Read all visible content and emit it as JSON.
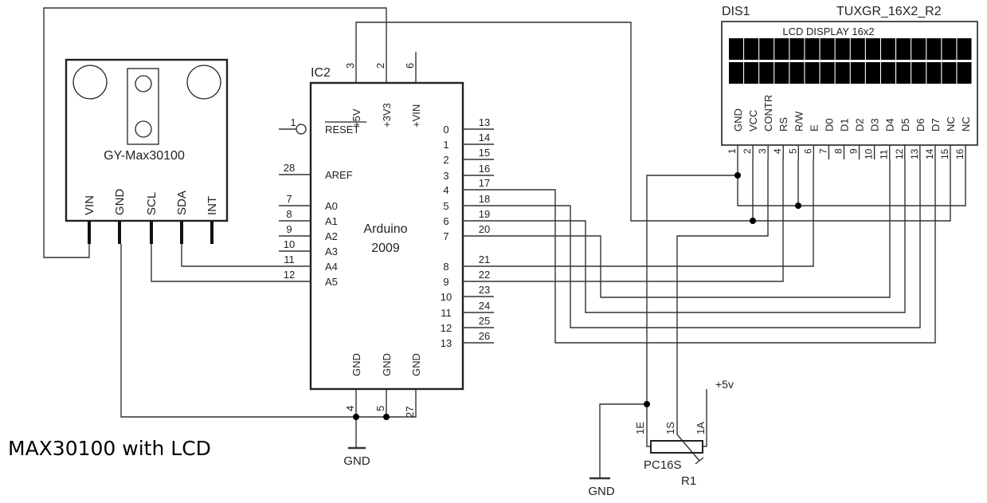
{
  "title": "MAX30100 with LCD",
  "sensor": {
    "name": "GY-Max30100",
    "pins": [
      "VIN",
      "GND",
      "SCL",
      "SDA",
      "INT"
    ]
  },
  "arduino": {
    "ref": "IC2",
    "name_line1": "Arduino",
    "name_line2": "2009",
    "top_pins": [
      {
        "num": "3",
        "label": "+5V"
      },
      {
        "num": "2",
        "label": "+3V3"
      },
      {
        "num": "6",
        "label": "+VIN"
      }
    ],
    "left_pins": [
      {
        "num": "1",
        "label": "RESET"
      },
      {
        "num": "28",
        "label": "AREF"
      },
      {
        "num": "7",
        "label": "A0"
      },
      {
        "num": "8",
        "label": "A1"
      },
      {
        "num": "9",
        "label": "A2"
      },
      {
        "num": "10",
        "label": "A3"
      },
      {
        "num": "11",
        "label": "A4"
      },
      {
        "num": "12",
        "label": "A5"
      }
    ],
    "right_pins": [
      {
        "num": "13",
        "label": "0"
      },
      {
        "num": "14",
        "label": "1"
      },
      {
        "num": "15",
        "label": "2"
      },
      {
        "num": "16",
        "label": "3"
      },
      {
        "num": "17",
        "label": "4"
      },
      {
        "num": "18",
        "label": "5"
      },
      {
        "num": "19",
        "label": "6"
      },
      {
        "num": "20",
        "label": "7"
      },
      {
        "num": "21",
        "label": "8"
      },
      {
        "num": "22",
        "label": "9"
      },
      {
        "num": "23",
        "label": "10"
      },
      {
        "num": "24",
        "label": "11"
      },
      {
        "num": "25",
        "label": "12"
      },
      {
        "num": "26",
        "label": "13"
      }
    ],
    "bottom_pins": [
      {
        "num": "4",
        "label": "GND"
      },
      {
        "num": "5",
        "label": "GND"
      },
      {
        "num": "27",
        "label": "GND"
      }
    ]
  },
  "lcd": {
    "ref": "DIS1",
    "part": "TUXGR_16X2_R2",
    "title": "LCD DISPLAY 16x2",
    "pins": [
      {
        "num": "1",
        "label": "GND"
      },
      {
        "num": "2",
        "label": "VCC"
      },
      {
        "num": "3",
        "label": "CONTR"
      },
      {
        "num": "4",
        "label": "RS"
      },
      {
        "num": "5",
        "label": "R/W"
      },
      {
        "num": "6",
        "label": "E"
      },
      {
        "num": "7",
        "label": "D0"
      },
      {
        "num": "8",
        "label": "D1"
      },
      {
        "num": "9",
        "label": "D2"
      },
      {
        "num": "10",
        "label": "D3"
      },
      {
        "num": "11",
        "label": "D4"
      },
      {
        "num": "12",
        "label": "D5"
      },
      {
        "num": "13",
        "label": "D6"
      },
      {
        "num": "14",
        "label": "D7"
      },
      {
        "num": "15",
        "label": "NC"
      },
      {
        "num": "16",
        "label": "NC"
      }
    ]
  },
  "pot": {
    "part": "PC16S",
    "ref": "R1",
    "pins": [
      "1E",
      "1S",
      "1A"
    ],
    "supply": "+5v"
  },
  "ground_labels": [
    "GND",
    "GND"
  ]
}
